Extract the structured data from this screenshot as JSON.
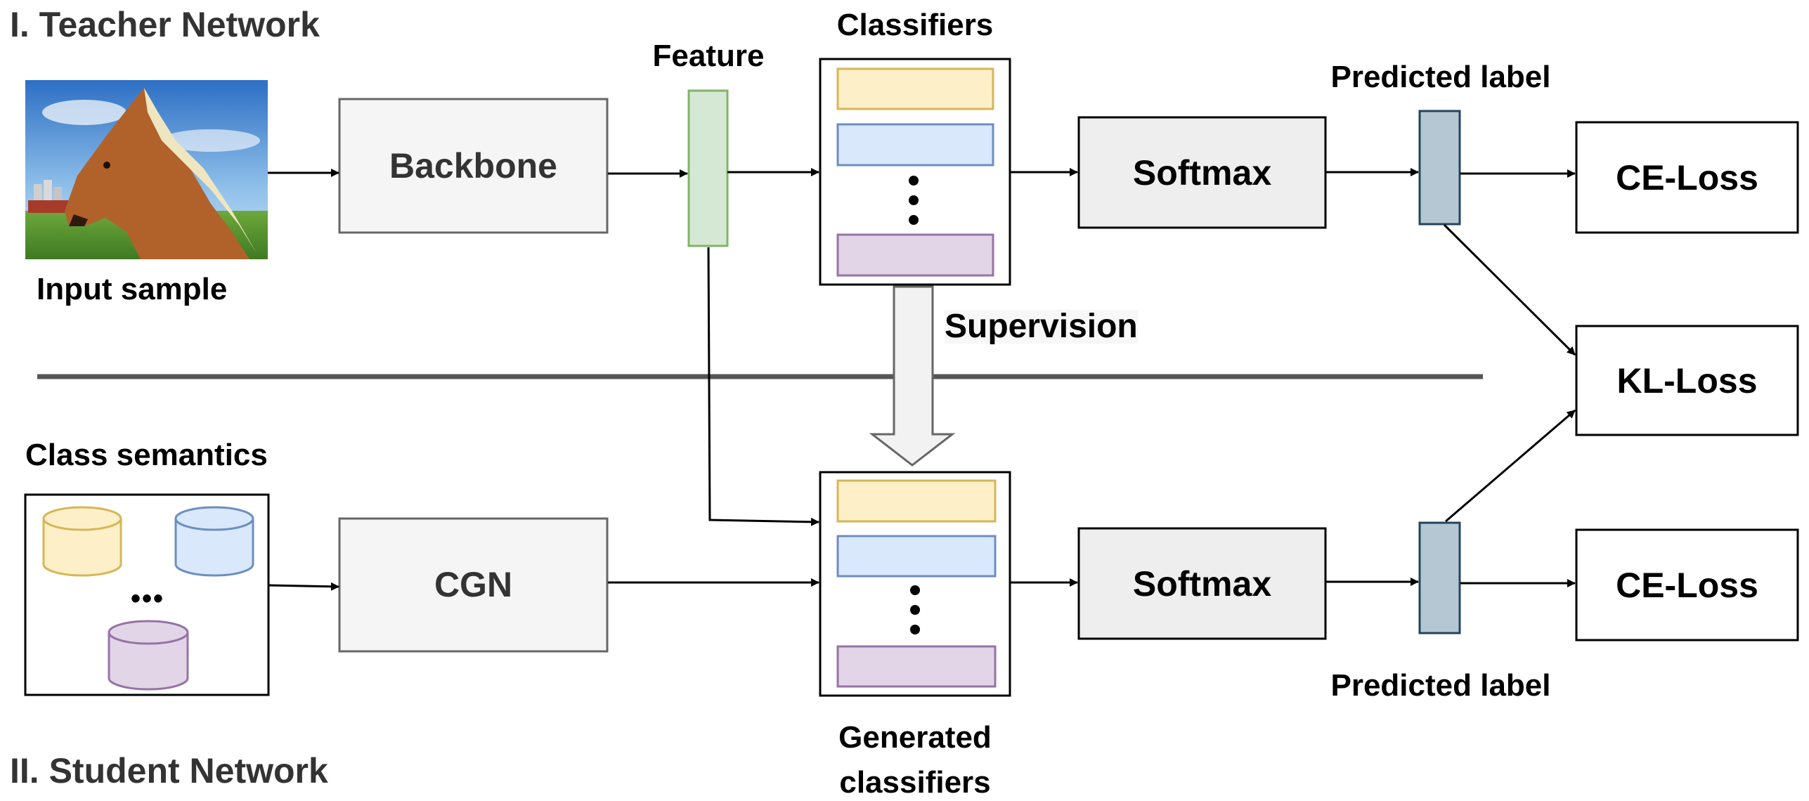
{
  "teacher": {
    "title": "I. Teacher Network",
    "input_label": "Input sample",
    "backbone_label": "Backbone",
    "feature_label": "Feature",
    "classifiers_label": "Classifiers",
    "softmax_label": "Softmax",
    "predicted_label": "Predicted label",
    "ce_loss_label": "CE-Loss"
  },
  "supervision_label": "Supervision",
  "kl_loss_label": "KL-Loss",
  "student": {
    "title": "II. Student Network",
    "class_semantics_label": "Class semantics",
    "semantics_ellipsis": "•••",
    "cgn_label": "CGN",
    "generated_classifiers_label": "Generated classifiers",
    "softmax_label": "Softmax",
    "predicted_label": "Predicted label",
    "ce_loss_label": "CE-Loss"
  },
  "colors": {
    "yellow_fill": "#fdf0c8",
    "yellow_stroke": "#d6b656",
    "blue_fill": "#dae8fc",
    "blue_stroke": "#6c8ebf",
    "purple_fill": "#e1d5e7",
    "purple_stroke": "#9673a6",
    "feature_fill": "#d5e8d4",
    "feature_stroke": "#82b366",
    "label_fill": "#b6c7d4",
    "label_stroke": "#23445d",
    "box_fill": "#f5f5f5",
    "softmax_fill": "#eeeeee",
    "box_stroke": "#666666"
  }
}
